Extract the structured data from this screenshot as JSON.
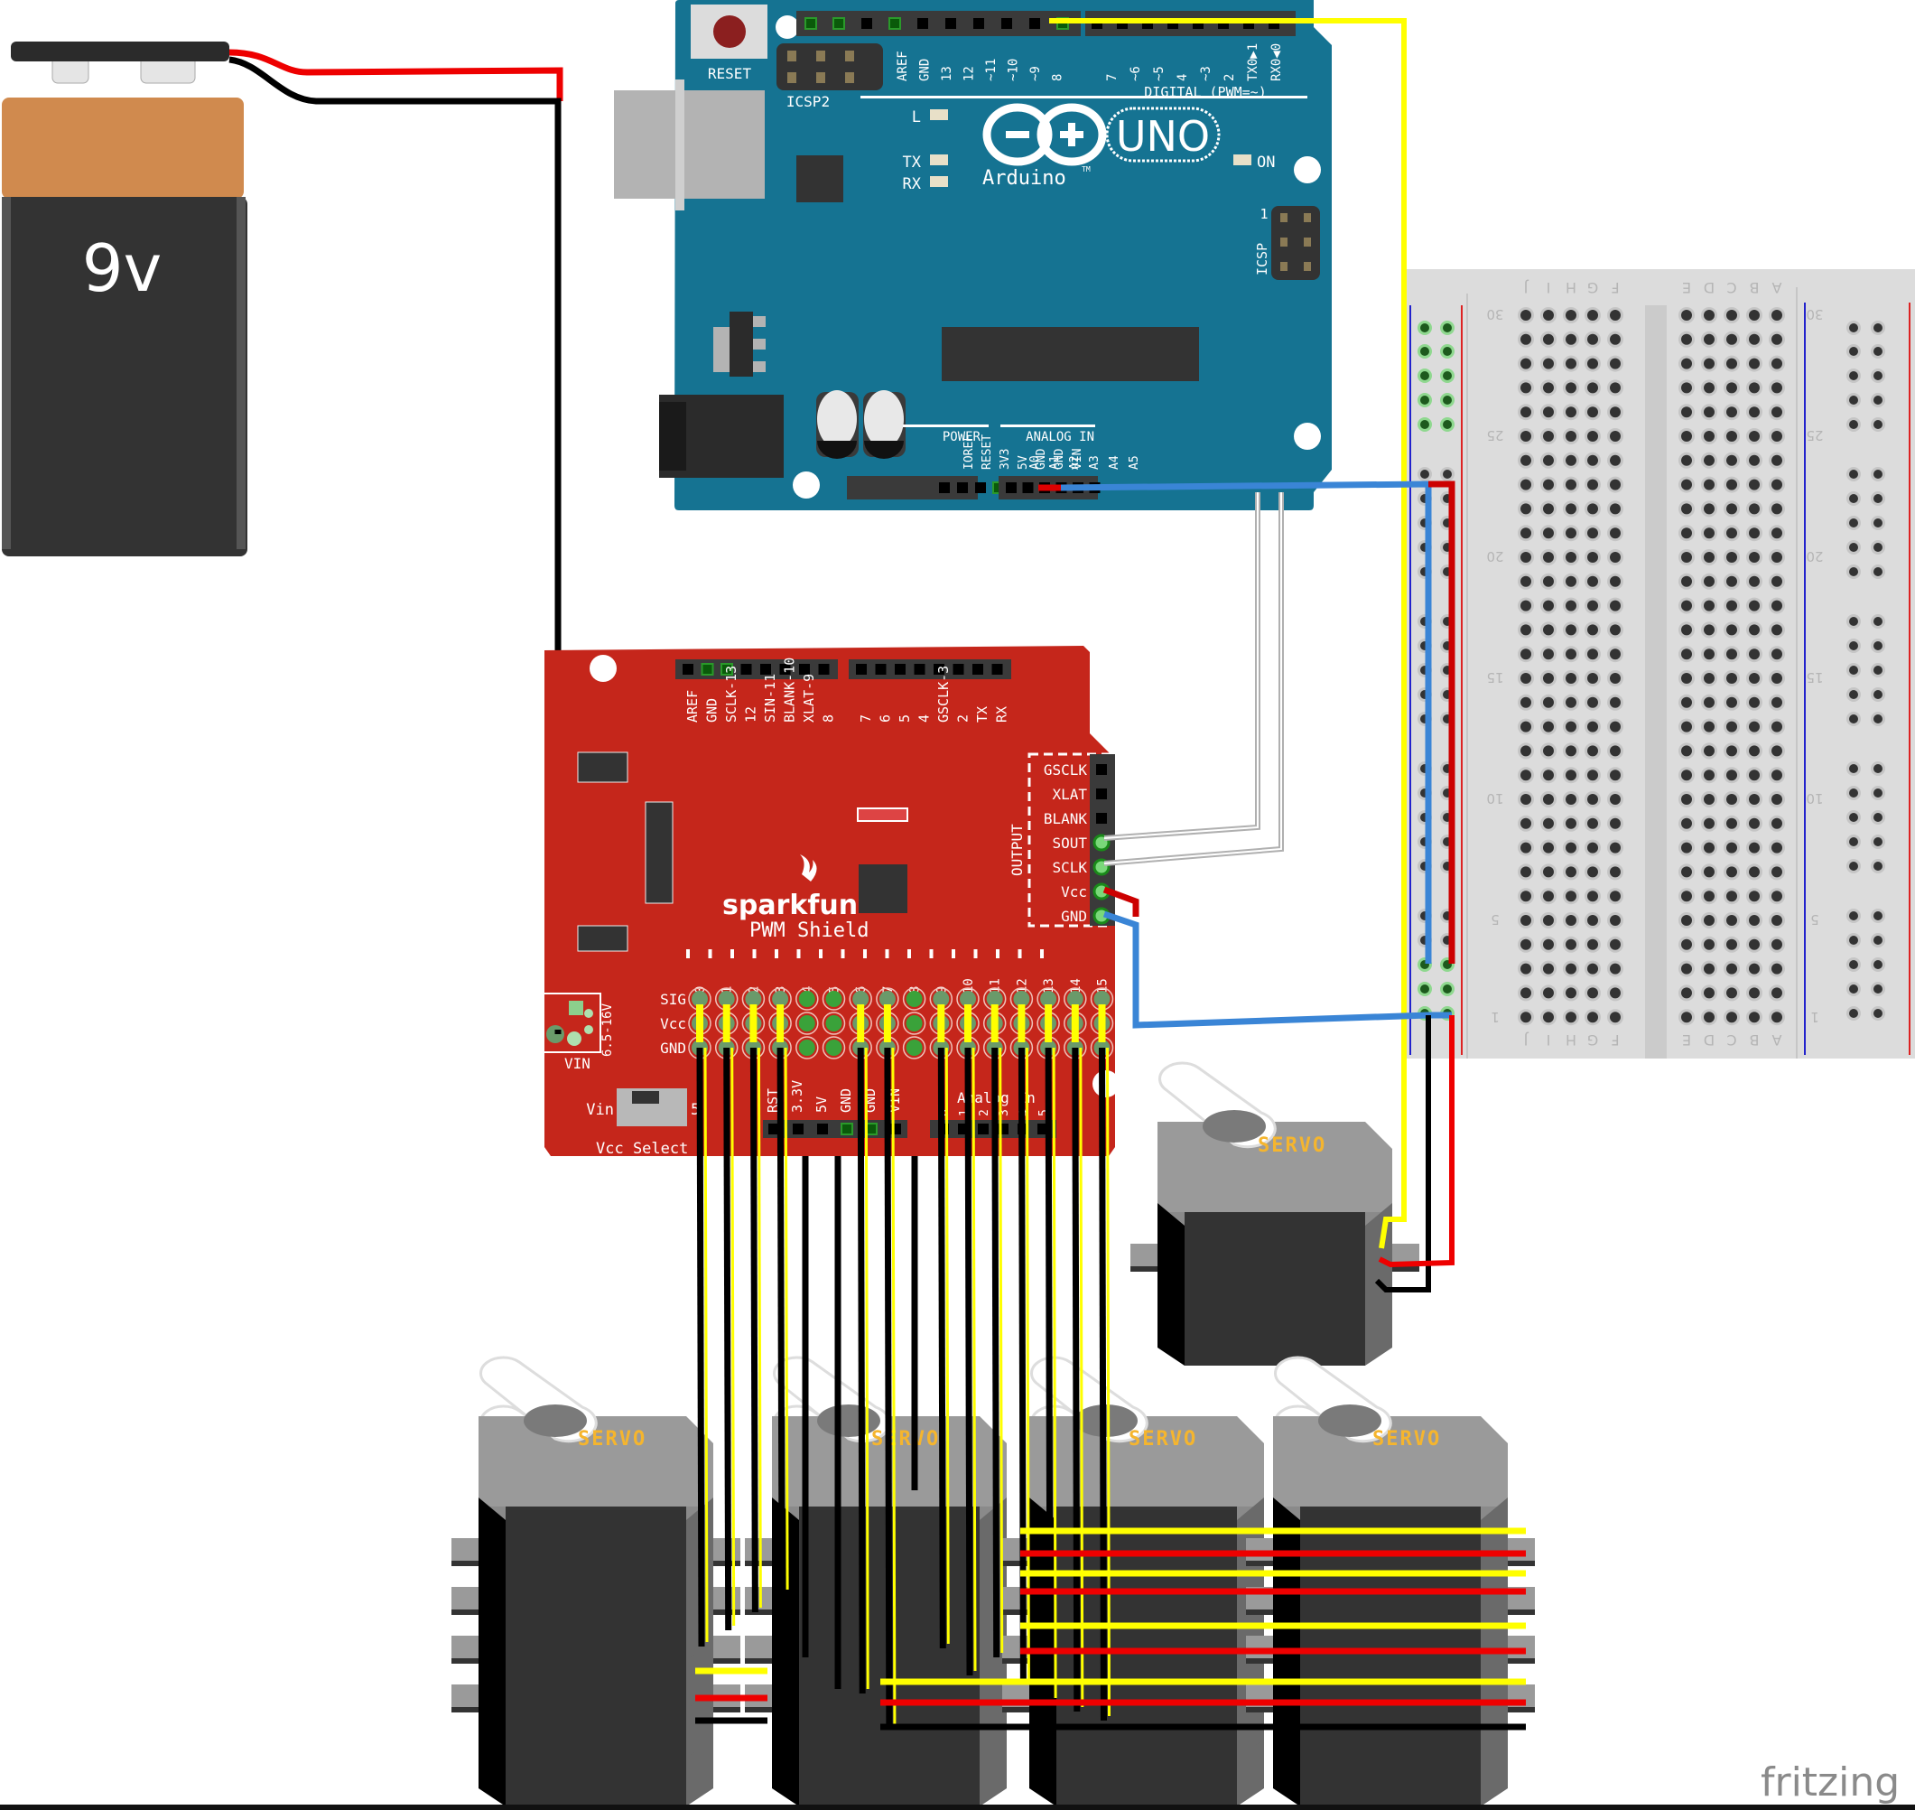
{
  "title": "Fritzing breadboard view – Arduino UNO + SparkFun PWM Shield driving 17 servos",
  "colors": {
    "arduino_board": "#157392",
    "pwm_shield_board": "#c5261b",
    "breadboard": "#dcdcdc",
    "wire_red": "#ee0000",
    "wire_black": "#000000",
    "wire_yellow": "#ffff00",
    "wire_blue": "#3a85d6",
    "wire_grey": "#b0b0b0",
    "servo_label": "#f5b52e",
    "battery_top": "#d08a4e",
    "battery_body": "#333333"
  },
  "battery": {
    "label": "9v"
  },
  "arduino": {
    "reset_label": "RESET",
    "icsp2_label": "ICSP2",
    "icsp_label": "ICSP",
    "icsp_pin1": "1",
    "digital_header_labels": [
      "AREF",
      "GND",
      "13",
      "12",
      "~11",
      "~10",
      "~9",
      "8"
    ],
    "digital_header_labels_2": [
      "7",
      "~6",
      "~5",
      "4",
      "~3",
      "2",
      "TX0▶1",
      "RX0◀0"
    ],
    "digital_caption": "DIGITAL (PWM=~)",
    "led_l": "L",
    "led_tx": "TX",
    "led_rx": "RX",
    "led_on": "ON",
    "logo_uno": "UNO",
    "logo_arduino": "Arduino",
    "logo_tm": "TM",
    "power_caption": "POWER",
    "power_labels": [
      "IOREF",
      "RESET",
      "3V3",
      "5V",
      "GND",
      "GND",
      "VIN"
    ],
    "analog_caption": "ANALOG IN",
    "analog_labels": [
      "A0",
      "A1",
      "A2",
      "A3",
      "A4",
      "A5"
    ]
  },
  "pwm_shield": {
    "brand": "sparkfun",
    "name": "PWM Shield",
    "header_labels_1": [
      "AREF",
      "GND",
      "SCLK-13",
      "12",
      "SIN-11",
      "BLANK-10",
      "XLAT-9",
      "8"
    ],
    "header_labels_2": [
      "7",
      "6",
      "5",
      "4",
      "GSCLK-3",
      "2",
      "TX",
      "RX"
    ],
    "output_caption": "OUTPUT",
    "output_labels": [
      "GSCLK",
      "XLAT",
      "BLANK",
      "SOUT",
      "SCLK",
      "Vcc",
      "GND"
    ],
    "channel_numbers": [
      "0",
      "1",
      "2",
      "3",
      "4",
      "5",
      "6",
      "7",
      "8",
      "9",
      "10",
      "11",
      "12",
      "13",
      "14",
      "15"
    ],
    "row_labels": [
      "SIG",
      "Vcc",
      "GND"
    ],
    "vin_label": "VIN",
    "vin_range": "6.5-16V",
    "switch_left": "Vin",
    "switch_right": "5",
    "vcc_select": "Vcc Select",
    "power_labels": [
      "RST",
      "3.3V",
      "5V",
      "GND",
      "GND",
      "VIN"
    ],
    "analog_caption": "Analog In",
    "analog_labels": [
      "0",
      "1",
      "2",
      "3",
      "4",
      "5"
    ]
  },
  "breadboard": {
    "columns_left": [
      "J",
      "I",
      "H",
      "G",
      "F"
    ],
    "columns_right": [
      "E",
      "D",
      "C",
      "B",
      "A"
    ],
    "row_numbers": [
      "30",
      "25",
      "20",
      "15",
      "10",
      "5",
      "1"
    ]
  },
  "servos": {
    "label": "SERVO",
    "standalone_count": 1,
    "bank_count": 4,
    "per_bank": 4
  },
  "footer": {
    "logo": "fritzing"
  }
}
